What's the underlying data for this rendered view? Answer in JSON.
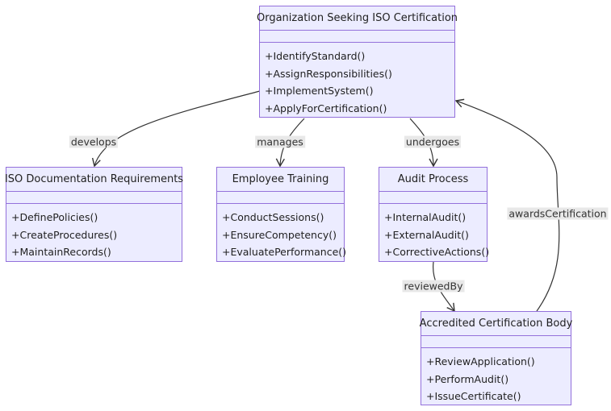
{
  "diagram": {
    "classes": [
      {
        "id": "org",
        "name": "Organization Seeking ISO Certification",
        "methods": [
          "+IdentifyStandard()",
          "+AssignResponsibilities()",
          "+ImplementSystem()",
          "+ApplyForCertification()"
        ]
      },
      {
        "id": "docs",
        "name": "ISO Documentation Requirements",
        "methods": [
          "+DefinePolicies()",
          "+CreateProcedures()",
          "+MaintainRecords()"
        ]
      },
      {
        "id": "training",
        "name": "Employee Training",
        "methods": [
          "+ConductSessions()",
          "+EnsureCompetency()",
          "+EvaluatePerformance()"
        ]
      },
      {
        "id": "audit",
        "name": "Audit Process",
        "methods": [
          "+InternalAudit()",
          "+ExternalAudit()",
          "+CorrectiveActions()"
        ]
      },
      {
        "id": "body",
        "name": "Accredited Certification Body",
        "methods": [
          "+ReviewApplication()",
          "+PerformAudit()",
          "+IssueCertificate()"
        ]
      }
    ],
    "relations": [
      {
        "from": "org",
        "to": "docs",
        "label": "develops"
      },
      {
        "from": "org",
        "to": "training",
        "label": "manages"
      },
      {
        "from": "org",
        "to": "audit",
        "label": "undergoes"
      },
      {
        "from": "audit",
        "to": "body",
        "label": "reviewedBy"
      },
      {
        "from": "body",
        "to": "org",
        "label": "awardsCertification"
      }
    ]
  }
}
